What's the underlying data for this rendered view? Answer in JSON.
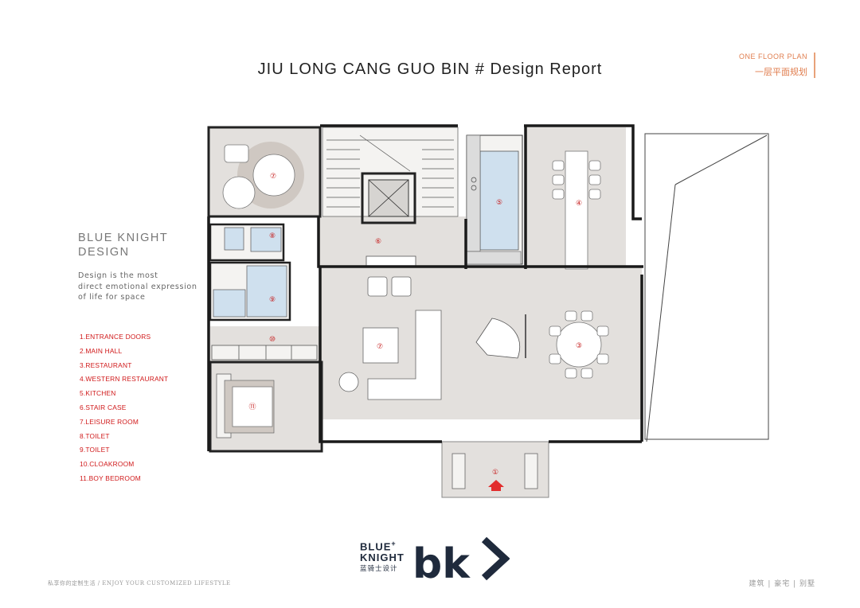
{
  "header": {
    "title": "JIU LONG CANG GUO BIN # Design Report",
    "plan_label_en": "ONE FLOOR PLAN",
    "plan_label_cn": "一层平面规划"
  },
  "brand": {
    "name_line1": "BLUE KNIGHT",
    "name_line2": "DESIGN",
    "tagline_line1": "Design is the most",
    "tagline_line2": "direct emotional expression",
    "tagline_line3": "of life for space"
  },
  "legend": [
    "1.ENTRANCE DOORS",
    "2.MAIN HALL",
    "3.RESTAURANT",
    "4.WESTERN RESTAURANT",
    "5.KITCHEN",
    "6.STAIR CASE",
    "7.LEISURE ROOM",
    "8.TOILET",
    "9.TOILET",
    "10.CLOAKROOM",
    "11.BOY BEDROOM"
  ],
  "plan": {
    "room_numbers": {
      "r1": "①",
      "r3": "③",
      "r4": "④",
      "r5": "⑤",
      "r6": "⑥",
      "r7a": "⑦",
      "r7b": "⑦",
      "r8": "⑧",
      "r9": "⑨",
      "r10": "⑩",
      "r11": "⑪"
    }
  },
  "logo": {
    "line1": "BLUE",
    "plus": "+",
    "line2": "KNIGHT",
    "cn": "蓝骑士设计",
    "mark": "bk"
  },
  "footer": {
    "left": "私享你的定制生活 / ENJOY YOUR CUSTOMIZED LIFESTYLE",
    "right": "建筑 | 豪宅 | 别墅"
  },
  "colors": {
    "accent": "#e07d4e",
    "legend_red": "#d0191a",
    "floor": "#e3e0dd",
    "wall": "#1a1a1a",
    "wet_area": "#cfe0ee",
    "logo_navy": "#1f2a3c"
  }
}
